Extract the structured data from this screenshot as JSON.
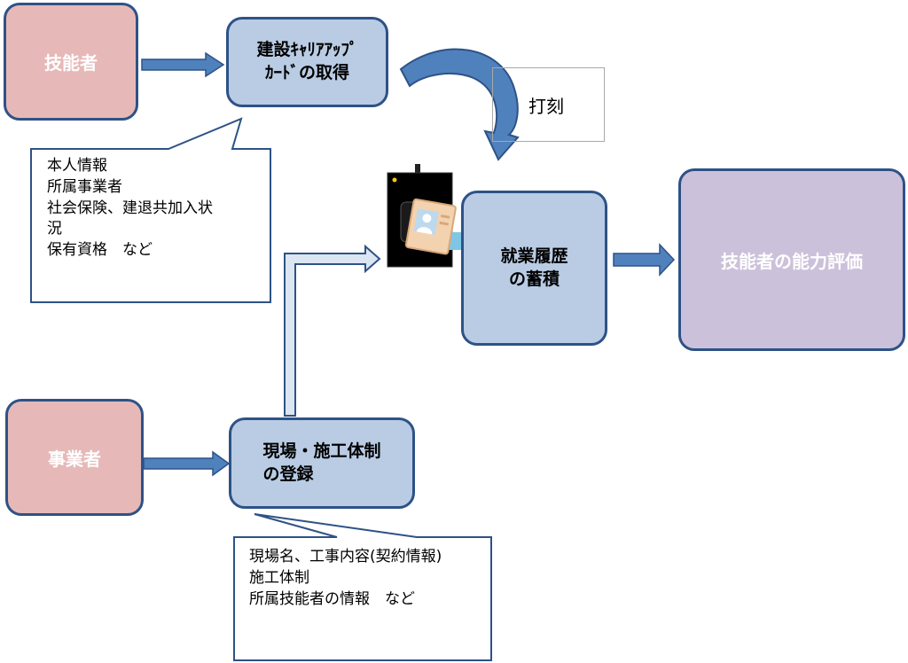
{
  "nodes": {
    "worker": "技能者",
    "card": [
      "建設ｷｬﾘｱｱｯﾌﾟ",
      "ｶｰﾄﾞの取得"
    ],
    "employer": "事業者",
    "site": [
      "現場・施工体制",
      "の登録"
    ],
    "accumulate": [
      "就業履歴",
      "の蓄積"
    ],
    "evaluation": "技能者の能力評価"
  },
  "notes": {
    "worker_info": "本人情報\n所属事業者\n社会保険、建退共加入状\n況\n保有資格　など",
    "site_info": "現場名、工事内容(契約情報)\n施工体制\n所属技能者の情報　など"
  },
  "stamp_label": "打刻",
  "colors": {
    "pink": "#e6b9b8",
    "blue": "#b9cce4",
    "purple": "#ccc1da",
    "border": "#2e5286",
    "arrow": "#4f81bd"
  }
}
